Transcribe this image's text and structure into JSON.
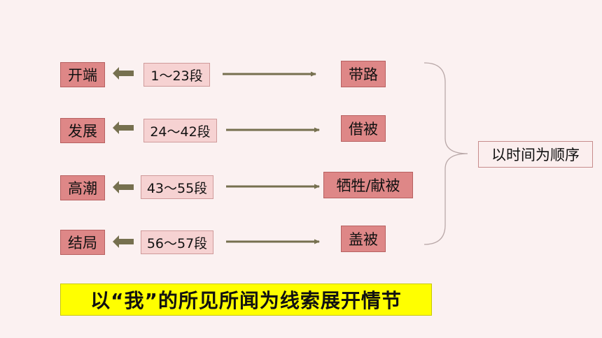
{
  "rows": [
    {
      "stage": "开端",
      "paragraphs": "1～23段",
      "event": "带路"
    },
    {
      "stage": "发展",
      "paragraphs": "24～42段",
      "event": "借被"
    },
    {
      "stage": "高潮",
      "paragraphs": "43～55段",
      "event": "牺牲/献被"
    },
    {
      "stage": "结局",
      "paragraphs": "56～57段",
      "event": "盖被"
    }
  ],
  "summary": "以时间为顺序",
  "theme": "以“我”的所见所闻为线索展开情节",
  "colors": {
    "stage_fill": "#de8787",
    "paragraph_fill": "#f6d2d2",
    "arrow": "#76704f",
    "theme_fill": "#ffff00"
  }
}
